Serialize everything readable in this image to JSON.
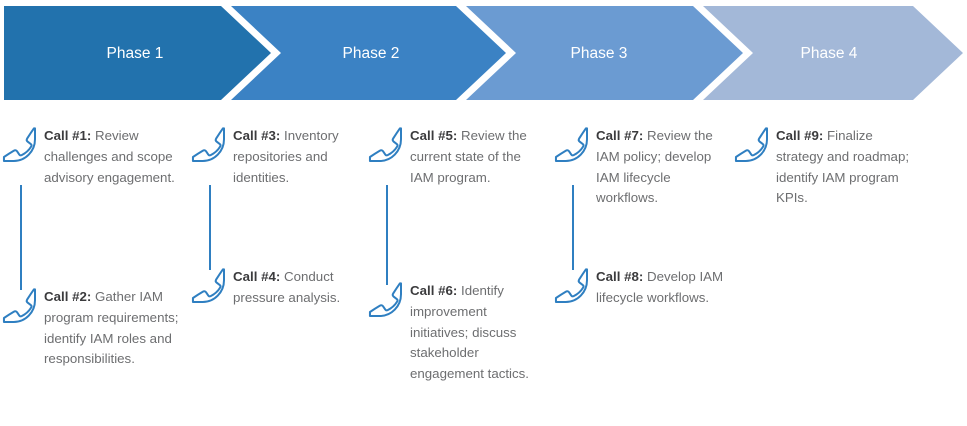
{
  "banner": {
    "phases": [
      {
        "label": "Phase 1",
        "color": "#2272ad"
      },
      {
        "label": "Phase 2",
        "color": "#3b82c4"
      },
      {
        "label": "Phase 3",
        "color": "#6b9bd2"
      },
      {
        "label": "Phase 4",
        "color": "#a3b8d8"
      }
    ]
  },
  "icon_name": "phone-call-icon",
  "accent_color": "#2f7fc1",
  "columns": [
    {
      "calls": [
        {
          "label": "Call #1:",
          "text": " Review challenges and scope advisory engagement."
        },
        {
          "label": "Call #2:",
          "text": " Gather IAM program requirements; identify IAM roles and responsibilities."
        }
      ]
    },
    {
      "calls": [
        {
          "label": "Call #3:",
          "text": " Inventory repositories and identities."
        },
        {
          "label": "Call #4:",
          "text": " Conduct pressure analysis."
        }
      ]
    },
    {
      "calls": [
        {
          "label": "Call #5:",
          "text": " Review the current state of the IAM program."
        },
        {
          "label": "Call #6:",
          "text": " Identify improvement initiatives; discuss stakeholder engagement tactics."
        }
      ]
    },
    {
      "calls": [
        {
          "label": "Call #7:",
          "text": " Review the IAM policy; develop IAM lifecycle workflows."
        },
        {
          "label": "Call #8:",
          "text": " Develop IAM lifecycle workflows."
        }
      ]
    },
    {
      "calls": [
        {
          "label": "Call #9:",
          "text": " Finalize strategy and roadmap; identify IAM program KPIs."
        }
      ]
    }
  ]
}
